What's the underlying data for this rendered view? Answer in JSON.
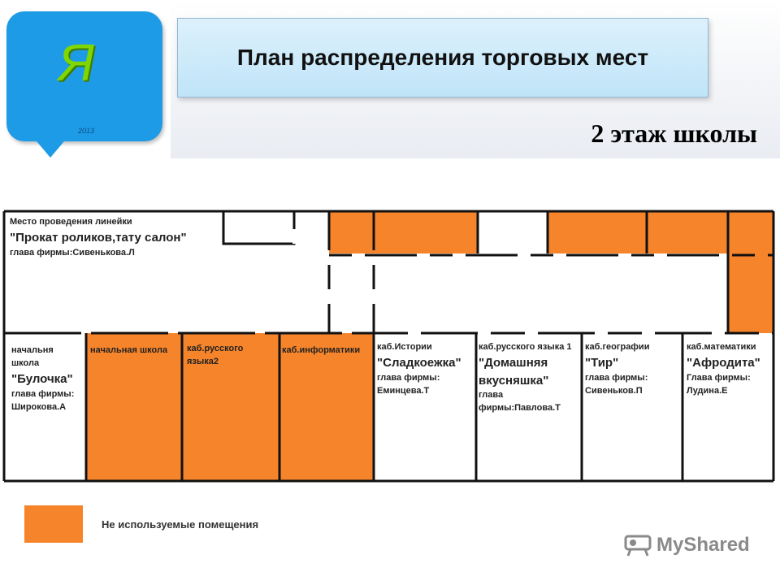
{
  "header": {
    "logo_letter": "Я",
    "logo_year": "2013",
    "title": "План распределения торговых мест",
    "subtitle": "2 этаж школы"
  },
  "rooms": {
    "lineup": {
      "name": "Место проведения линейки",
      "firm": "\"Прокат роликов,тату салон\"",
      "head": "глава фирмы:Сивенькова.Л"
    },
    "room1": {
      "name": "начальня школа",
      "firm": "\"Булочка\"",
      "head": "глава фирмы: Широкова.А"
    },
    "room2": {
      "name": "начальная школа"
    },
    "room3": {
      "name": "каб.русского языка2"
    },
    "room4": {
      "name": "каб.информатики"
    },
    "room5": {
      "name": "каб.Истории",
      "firm": "\"Сладкоежка\"",
      "head": "глава фирмы: Еминцева.Т"
    },
    "room6": {
      "name": "каб.русского языка 1",
      "firm": "\"Домашняя вкусняшка\"",
      "head": "глава фирмы:Павлова.Т"
    },
    "room7": {
      "name": "каб.географии",
      "firm": "\"Тир\"",
      "head": "глава фирмы: Сивеньков.П"
    },
    "room8": {
      "name": "каб.математики",
      "firm": "\"Афродита\"",
      "head": "Глава фирмы: Лудина.Е"
    }
  },
  "legend": {
    "label": "Не используемые помещения",
    "color": "#f6842a"
  },
  "watermark": {
    "text": "MyShared",
    "icon": "projector-icon"
  }
}
